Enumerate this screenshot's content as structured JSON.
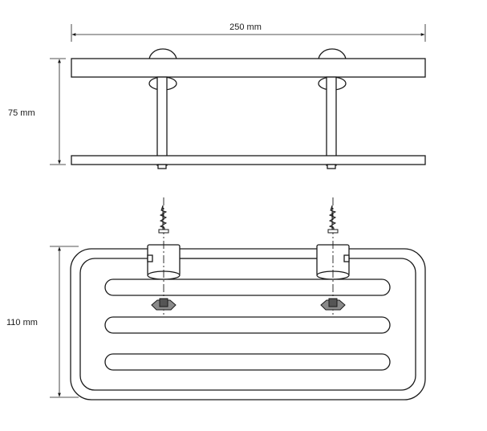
{
  "dimensions": {
    "width": "250 mm",
    "height": "75 mm",
    "depth": "110 mm"
  },
  "colors": {
    "line": "#1a1a1a",
    "fill": "#ffffff",
    "part_gray": "#8a8a8a"
  }
}
